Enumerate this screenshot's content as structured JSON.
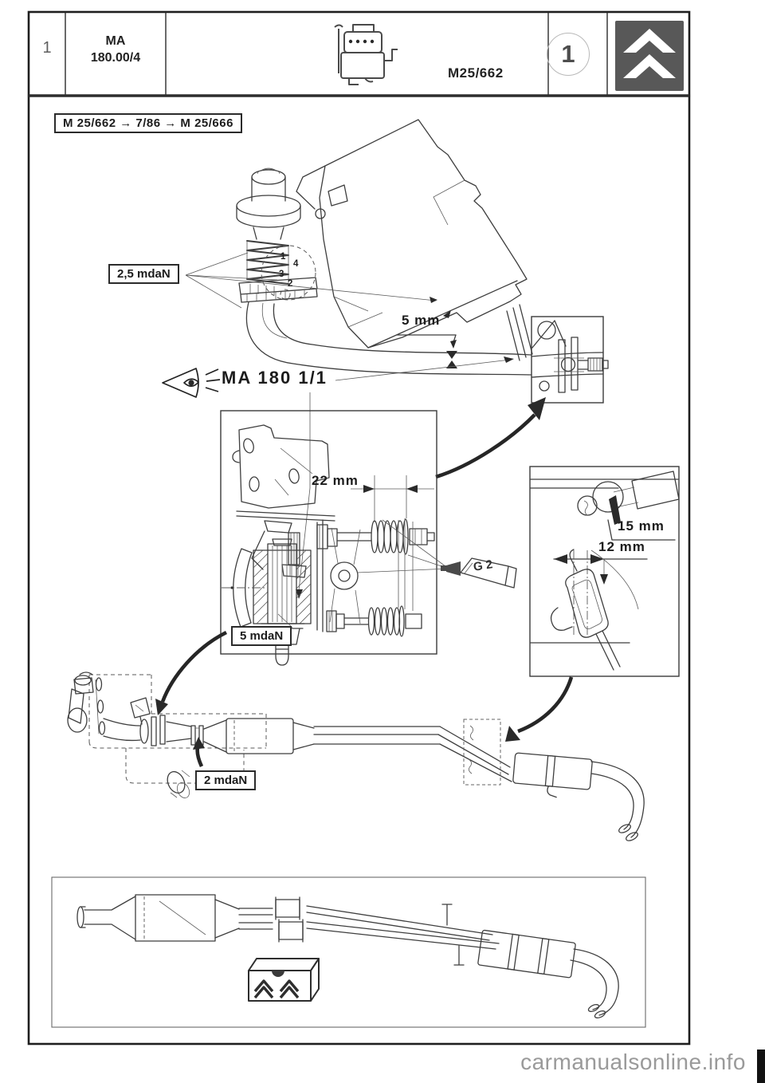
{
  "header": {
    "index": "1",
    "doc_ref_line1": "MA",
    "doc_ref_line2": "180.00/4",
    "engine_icon": "engine-schematic",
    "model_code": "M25/662",
    "sheet_number": "1",
    "logo": "citroen-double-chevron"
  },
  "revision_box": {
    "text": "M 25/662 → 7/86 → M 25/666"
  },
  "diagram": {
    "manifold_torque": "2,5 mdaN",
    "manifold_ports": [
      "1",
      "4",
      "3",
      "2"
    ],
    "clearance": "5 mm",
    "inspection_ref": "MA 180 1/1",
    "center_detail": {
      "spring_length": "22 mm",
      "stud_torque": "5 mdaN",
      "grease_code": "G 2"
    },
    "right_detail": {
      "upper_dim": "15 mm",
      "lower_dim": "12 mm"
    },
    "clamp_torque": "2 mdaN"
  },
  "watermark": "carmanualsonline.info",
  "colors": {
    "line": "#3e3e3e",
    "label": "#1c1c1c",
    "logo_bg": "#585858",
    "watermark": "#9a9a9a"
  }
}
